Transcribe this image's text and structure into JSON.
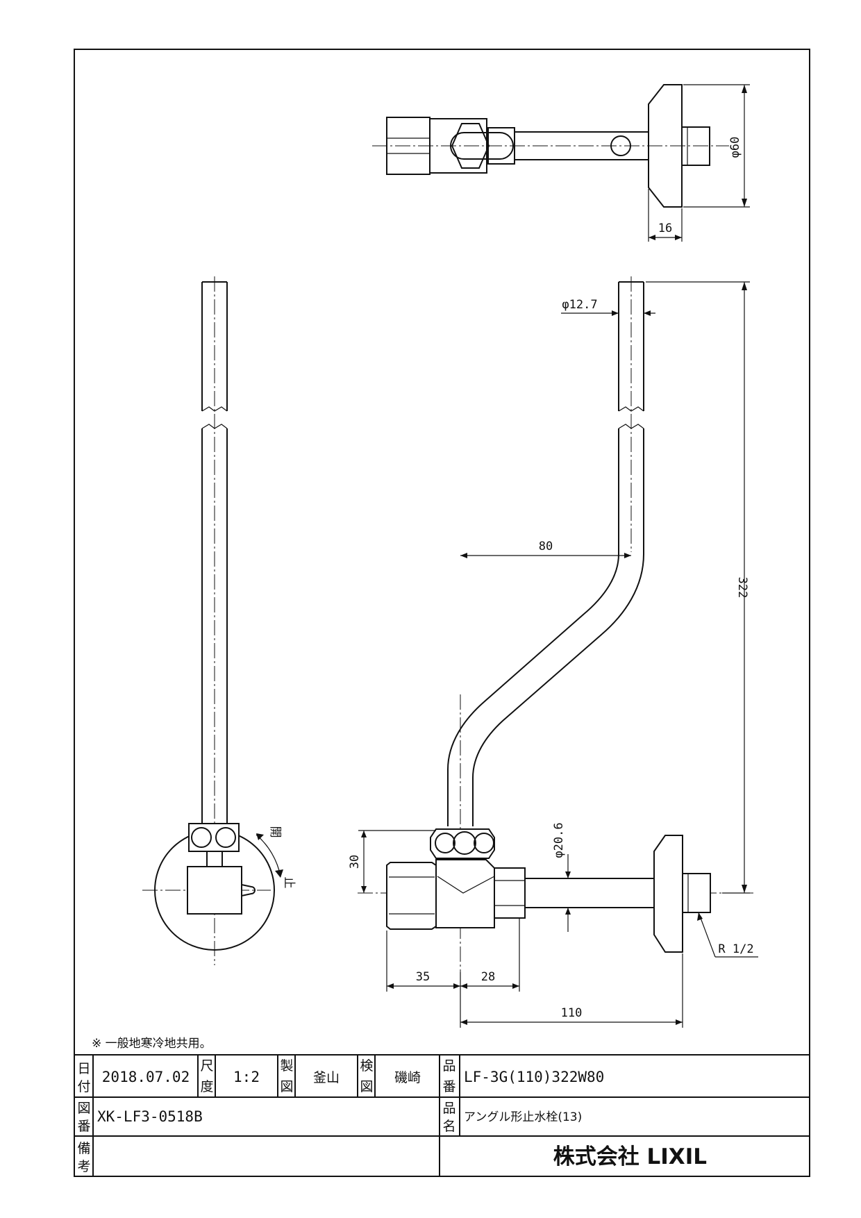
{
  "note": "※ 一般地寒冷地共用。",
  "dimensions": {
    "d60": "φ60",
    "d16": "16",
    "d12_7": "φ12.7",
    "d80": "80",
    "d322": "322",
    "d30": "30",
    "d20_6": "φ20.6",
    "d35": "35",
    "d28": "28",
    "d110": "110",
    "thread": "R 1/2"
  },
  "rotation": {
    "open": "開",
    "close": "止"
  },
  "title_block": {
    "date_label": [
      "日",
      "付"
    ],
    "date": "2018.07.02",
    "scale_label": [
      "尺",
      "度"
    ],
    "scale": "1:2",
    "drawn_label": [
      "製",
      "図"
    ],
    "drawn_by": "釜山",
    "checked_label": [
      "検",
      "図"
    ],
    "checked_by": "磯崎",
    "part_no_label": [
      "品",
      "番"
    ],
    "part_no": "LF-3G(110)322W80",
    "drawing_no_label": [
      "図",
      "番"
    ],
    "drawing_no": "XK-LF3-0518B",
    "product_label": [
      "品",
      "名"
    ],
    "product_name": "アングル形止水栓(13)",
    "remarks_label": [
      "備",
      "考"
    ],
    "remarks": "",
    "company": "株式会社 LIXIL"
  }
}
